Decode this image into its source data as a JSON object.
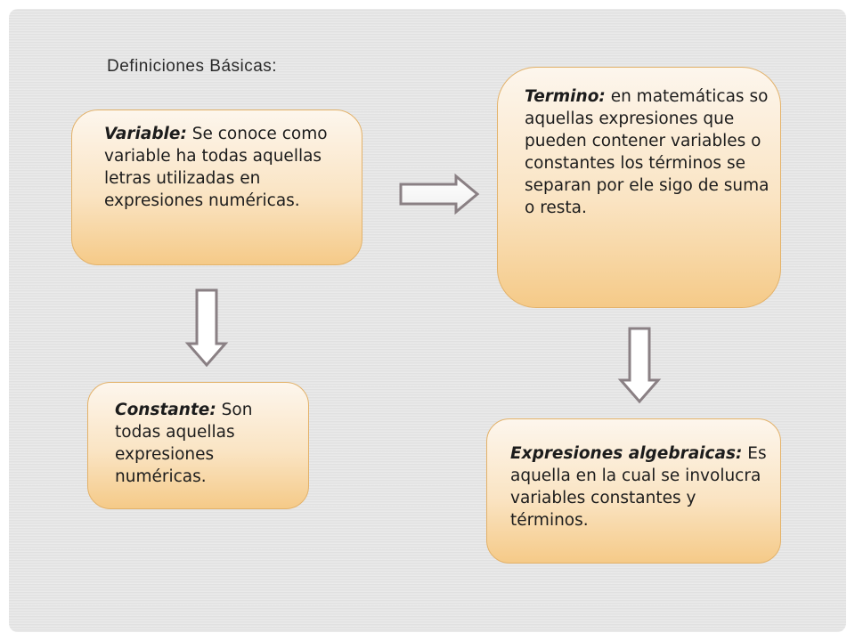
{
  "slide": {
    "title": "Definiciones Básicas:"
  },
  "boxes": {
    "variable": {
      "term": "Variable:",
      "text": " Se conoce como variable ha todas aquellas  letras utilizadas  en expresiones numéricas."
    },
    "termino": {
      "term": "Termino:",
      "text": " en matemáticas so aquellas expresiones que pueden contener variables o constantes los términos se separan por ele sigo de suma o resta."
    },
    "constante": {
      "term": "Constante:",
      "text": " Son todas aquellas expresiones numéricas."
    },
    "expresiones": {
      "term": "Expresiones algebraicas:",
      "text": " Es aquella en la cual se involucra variables constantes y términos."
    }
  },
  "colors": {
    "background": "#e6e6e6",
    "box_border": "#e3b26a",
    "box_light": "#fdf6ed",
    "box_dark": "#f5ca88",
    "arrow_stroke": "#8a8084"
  },
  "arrows": [
    {
      "name": "arrow-right",
      "direction": "right",
      "from": "variable",
      "to": "termino"
    },
    {
      "name": "arrow-down-left",
      "direction": "down",
      "from": "variable",
      "to": "constante"
    },
    {
      "name": "arrow-down-right",
      "direction": "down",
      "from": "termino",
      "to": "expresiones"
    }
  ]
}
